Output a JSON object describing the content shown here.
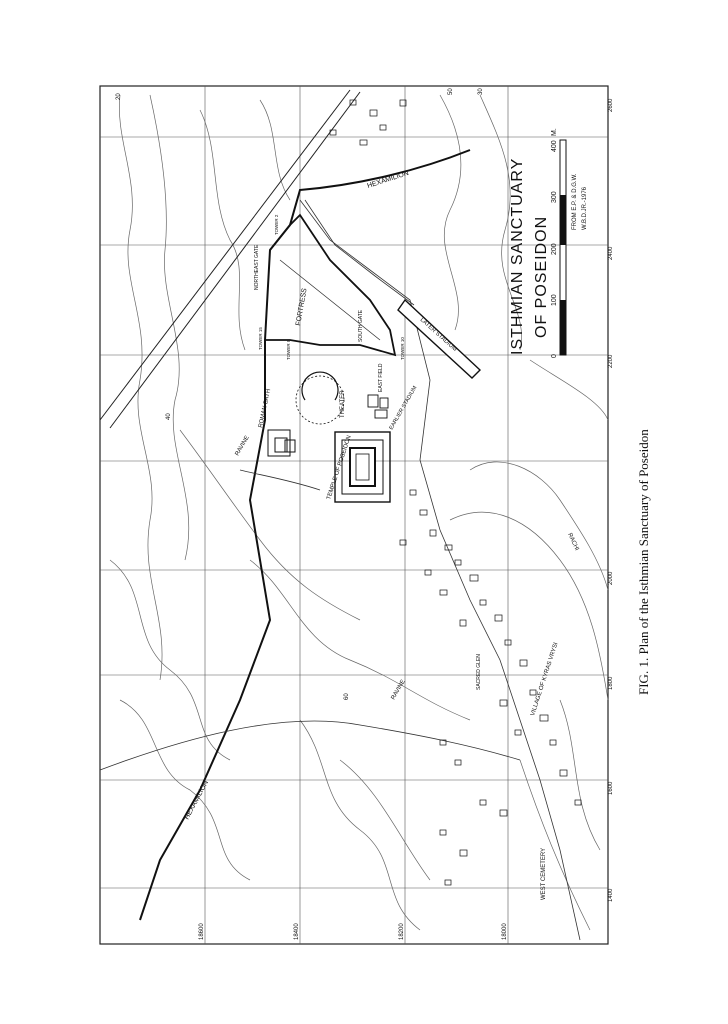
{
  "caption": "FIG. 1. Plan of the Isthmian Sanctuary of Poseidon",
  "title_line1": "ISTHMIAN SANCTUARY",
  "title_line2": "OF POSEIDON",
  "scale": {
    "ticks": [
      "0",
      "100",
      "200",
      "300",
      "400"
    ],
    "unit": "M.",
    "credit1": "FROM E.P. & D.G.W.",
    "credit2": "W.B.D.JR.-1976"
  },
  "grid_labels": {
    "top": [
      "2600",
      "2400",
      "2200",
      "2000",
      "1800",
      "1600",
      "1400"
    ],
    "side": [
      "18600",
      "18400",
      "18200",
      "18000"
    ]
  },
  "contour_labels": [
    "50",
    "40",
    "30",
    "20",
    "60"
  ],
  "places": {
    "hexamilion_top": "HEXAMILION",
    "hexamilion_bottom": "HEXAMILION",
    "northeast_gate": "NORTHEAST GATE",
    "tower2": "TOWER 2",
    "fortress": "FORTRESS",
    "south_gate": "SOUTH GATE",
    "tower15": "TOWER 15",
    "tower10": "TOWER 10",
    "tower8": "TOWER 8",
    "later_stadium": "LATER STADIUM",
    "earlier_stadium": "EARLIER STADIUM",
    "east_field": "EAST FIELD",
    "theater": "THEATER",
    "roman_bath": "ROMAN BATH",
    "temple": "TEMPLE OF POSEIDON",
    "ravine1": "RAVINE",
    "ravine2": "RAVINE",
    "village": "VILLAGE OF KYRAS VRYSI",
    "sacred_glen": "SACRED GLEN",
    "rachi": "RACHI",
    "west_cemetery": "WEST CEMETERY"
  }
}
